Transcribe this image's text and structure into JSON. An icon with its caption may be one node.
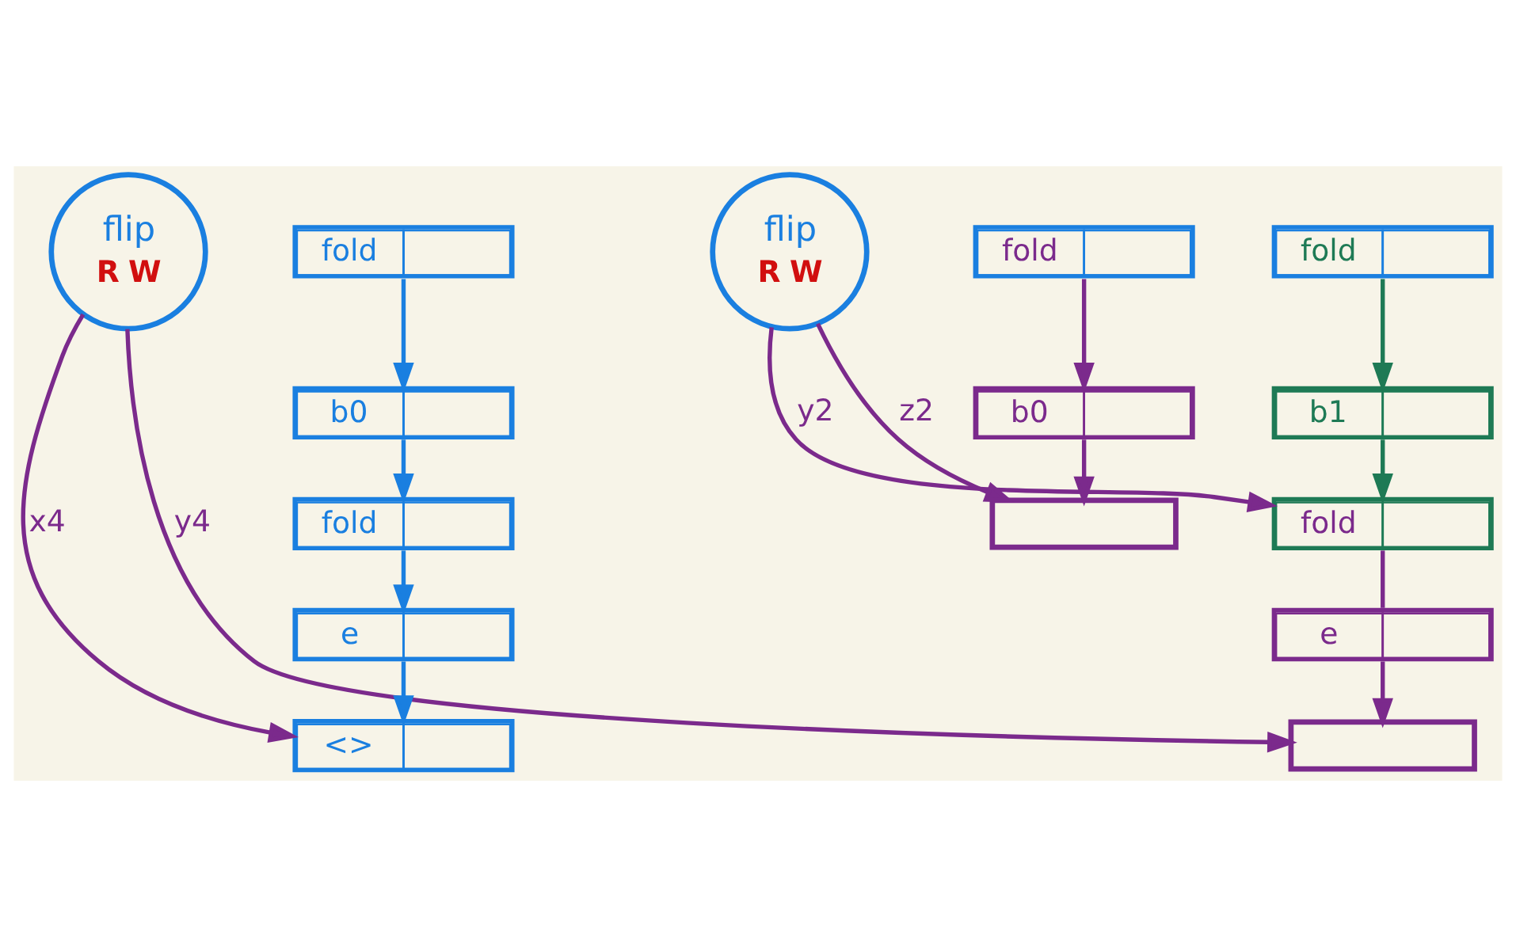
{
  "diagram": {
    "nodes": [
      {
        "text": [
          "flip",
          "R",
          "W"
        ]
      },
      {
        "text": [
          "flip",
          "R",
          "W"
        ]
      },
      {
        "text": [
          "fold"
        ]
      },
      {
        "text": [
          "b0"
        ]
      },
      {
        "text": [
          "fold"
        ]
      },
      {
        "text": [
          "e"
        ]
      },
      {
        "text": [
          "<>"
        ]
      },
      {
        "text": [
          "fold"
        ]
      },
      {
        "text": [
          "b1"
        ]
      },
      {
        "text": [
          "fold"
        ]
      },
      {
        "text": [
          "e"
        ]
      },
      {
        "text": [],
        "shape": "box"
      },
      {
        "text": [
          "fold"
        ]
      },
      {
        "text": [
          "b0"
        ]
      },
      {
        "text": [],
        "shape": "box"
      }
    ],
    "edges": [
      {
        "from": 0,
        "to": 6,
        "arrow": "to",
        "label": "x4"
      },
      {
        "from": 0,
        "to": 11,
        "arrow": "to",
        "label": "y4"
      },
      {
        "from": 1,
        "to": 9,
        "arrow": "to",
        "label": "y2"
      },
      {
        "from": 1,
        "to": 14,
        "arrow": "to",
        "label": "z2"
      },
      {
        "from": 2,
        "to": 3,
        "arrow": "to",
        "color": "#1a7fe0"
      },
      {
        "from": 3,
        "to": 4,
        "arrow": "to",
        "color": "#1a7fe0"
      },
      {
        "from": 4,
        "to": 5,
        "arrow": "to",
        "color": "#1a7fe0"
      },
      {
        "from": 5,
        "to": 6,
        "arrow": "to",
        "color": "#1a7fe0"
      },
      {
        "from": 7,
        "to": 8,
        "arrow": "to",
        "color": "#1e7a55"
      },
      {
        "from": 8,
        "to": 9,
        "arrow": "to",
        "color": "#1e7a55"
      },
      {
        "from": 9,
        "to": 10,
        "arrow": "none"
      },
      {
        "from": 10,
        "to": 11,
        "arrow": "to"
      },
      {
        "from": 12,
        "to": 13,
        "arrow": "to"
      },
      {
        "from": 13,
        "to": 14,
        "arrow": "to"
      }
    ]
  }
}
